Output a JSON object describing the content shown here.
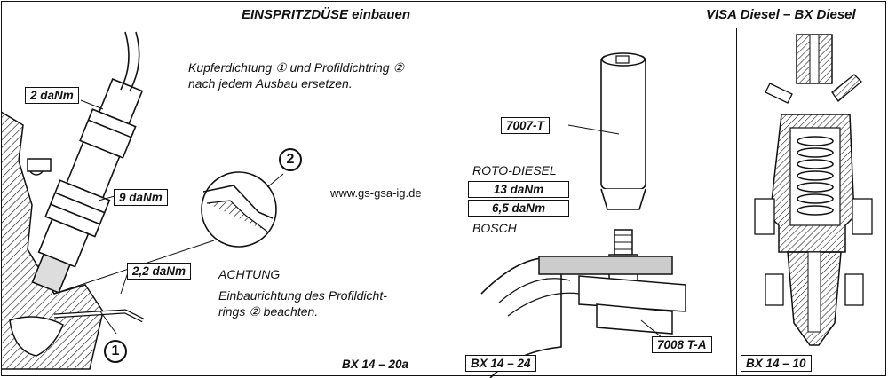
{
  "header": {
    "title_left": "EINSPRITZDÜSE einbauen",
    "title_right": "VISA Diesel – BX Diesel"
  },
  "panel1": {
    "note_line1": "Kupferdichtung ① und Profildichtring ②",
    "note_line2": "nach jedem Ausbau ersetzen.",
    "torque_top": "2 daNm",
    "torque_mid": "9 daNm",
    "torque_low": "2,2 daNm",
    "callout_1": "1",
    "callout_2": "2",
    "url": "www.gs-gsa-ig.de",
    "warning_title": "ACHTUNG",
    "warning_line1": "Einbaurichtung des Profildicht-",
    "warning_line2": "rings ② beachten.",
    "caption": "BX 14 – 20a"
  },
  "panel2": {
    "tool_top": "7007-T",
    "roto": "ROTO-DIESEL",
    "torque_roto": "13 daNm",
    "torque_bosch": "6,5 daNm",
    "bosch": "BOSCH",
    "tool_bottom": "7008 T-A",
    "caption": "BX 14 – 24"
  },
  "panel3": {
    "caption": "BX 14 – 10"
  }
}
